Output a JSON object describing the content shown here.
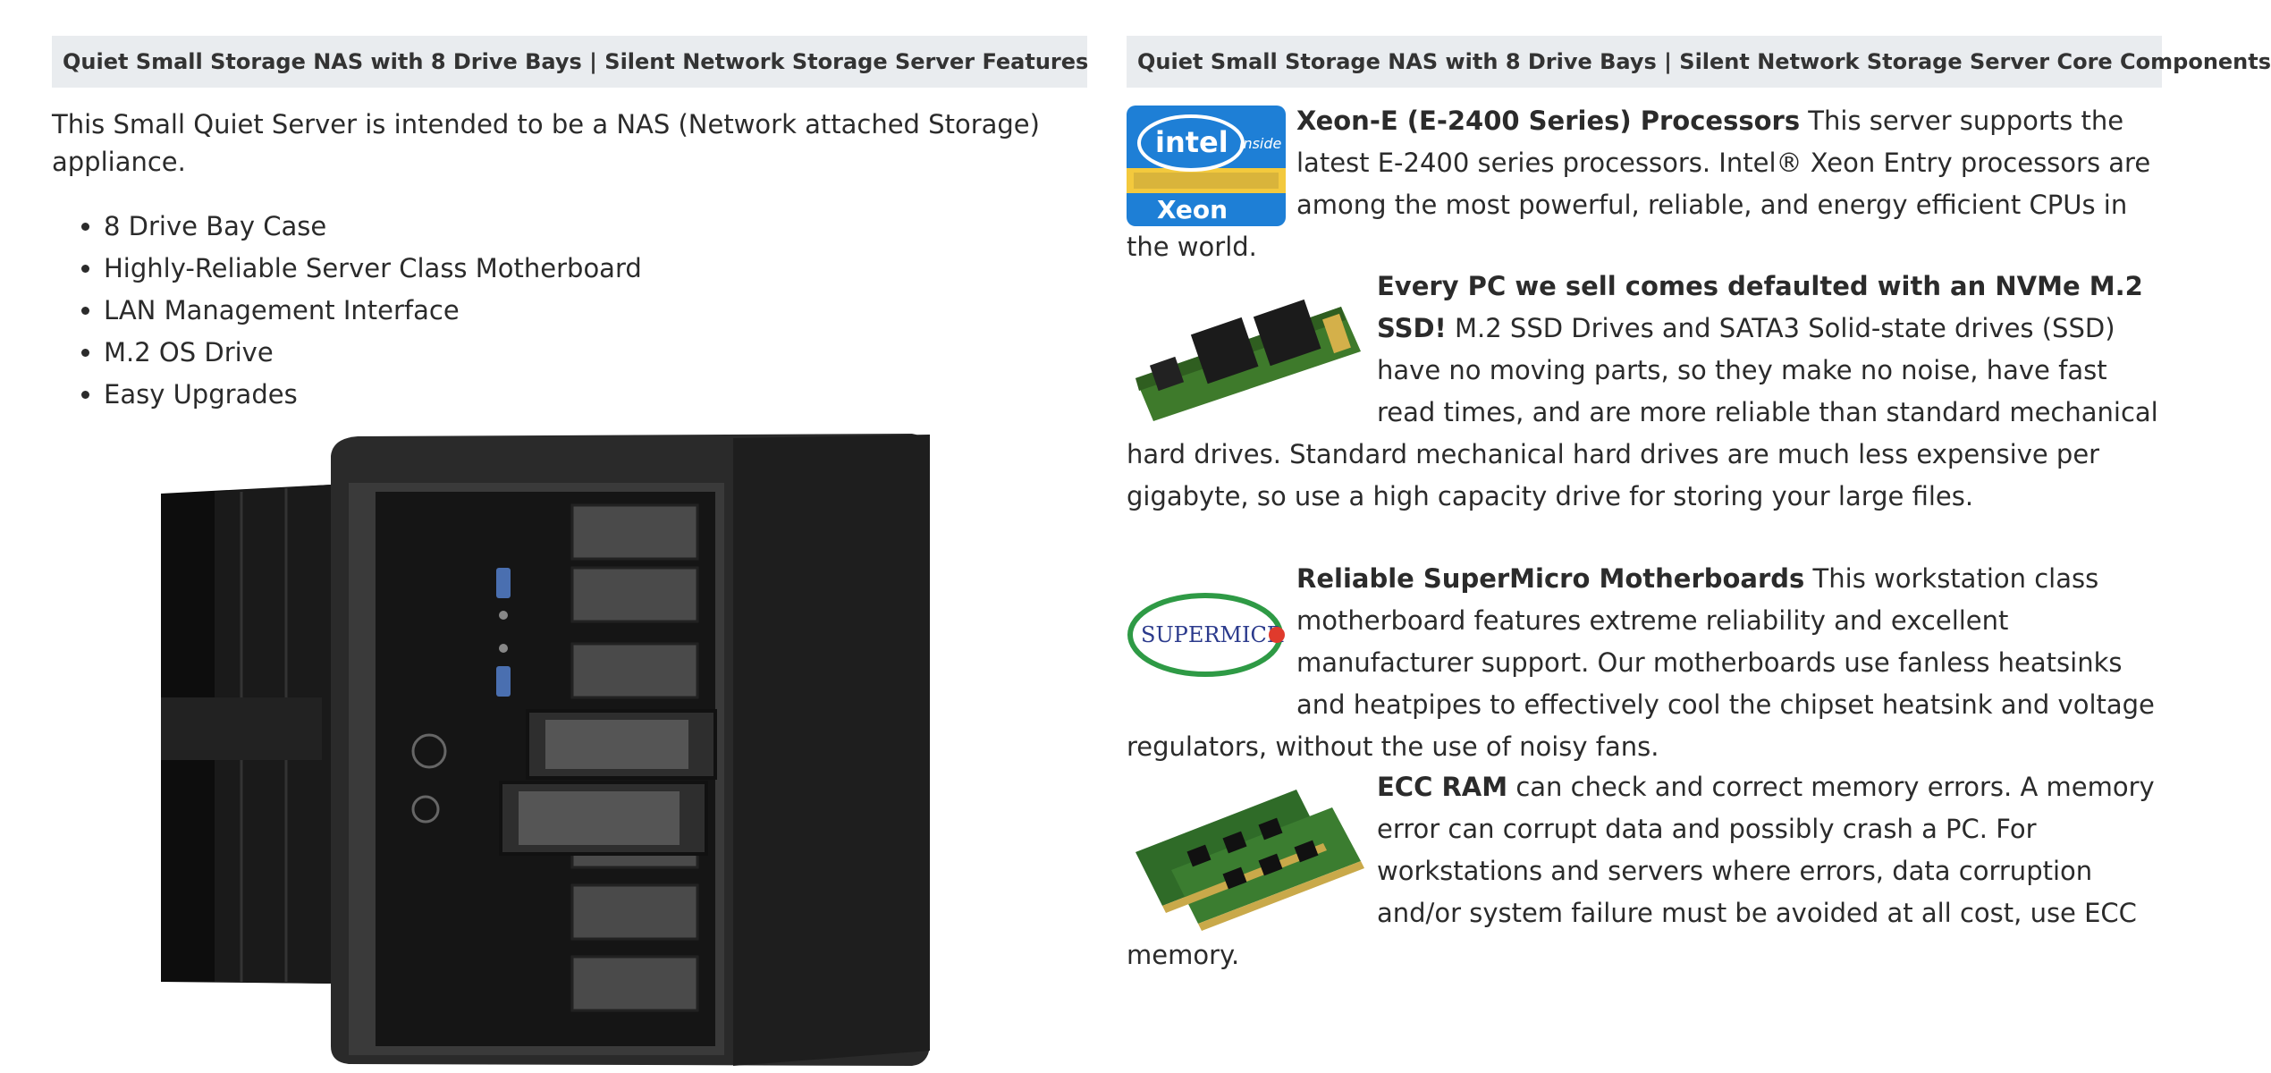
{
  "left": {
    "header": "Quiet Small Storage NAS with 8 Drive Bays | Silent Network Storage Server Features",
    "intro": "This Small Quiet Server is intended to be a NAS (Network attached Storage) appliance.",
    "features": [
      "8 Drive Bay Case",
      "Highly-Reliable Server Class Motherboard",
      "LAN Management Interface",
      "M.2 OS Drive",
      "Easy Upgrades"
    ]
  },
  "right": {
    "header": "Quiet Small Storage NAS with 8 Drive Bays | Silent Network Storage Server Core Components",
    "components": [
      {
        "title": "Xeon-E (E-2400 Series) Processors",
        "text": " This server supports the latest E-2400 series processors. Intel® Xeon Entry processors are among the most powerful, reliable, and energy efficient CPUs in the world.",
        "logo": "intel-xeon-logo"
      },
      {
        "title": "Every PC we sell comes defaulted with an NVMe M.2 SSD!",
        "text": " M.2 SSD Drives and SATA3 Solid-state drives (SSD) have no moving parts, so they make no noise, have fast read times, and are more reliable than standard mechanical hard drives. Standard mechanical hard drives are much less expensive per gigabyte, so use a high capacity drive for storing your large files.",
        "logo": "m2-ssd-image"
      },
      {
        "title": "Reliable SuperMicro Motherboards",
        "text": " This workstation class motherboard features extreme reliability and excellent manufacturer support. Our motherboards use fanless heatsinks and heatpipes to effectively cool the chipset heatsink and voltage regulators, without the use of noisy fans.",
        "logo": "supermicro-logo"
      },
      {
        "title": "ECC RAM",
        "text": " can check and correct memory errors. A memory error can corrupt data and possibly crash a PC. For workstations and servers where errors, data corruption and/or system failure must be avoided at all cost, use ECC memory.",
        "logo": "ecc-ram-image"
      }
    ],
    "logo_text": {
      "intel": "intel",
      "inside": "inside",
      "xeon": "Xeon",
      "supermicro": "SUPERMICR"
    }
  }
}
